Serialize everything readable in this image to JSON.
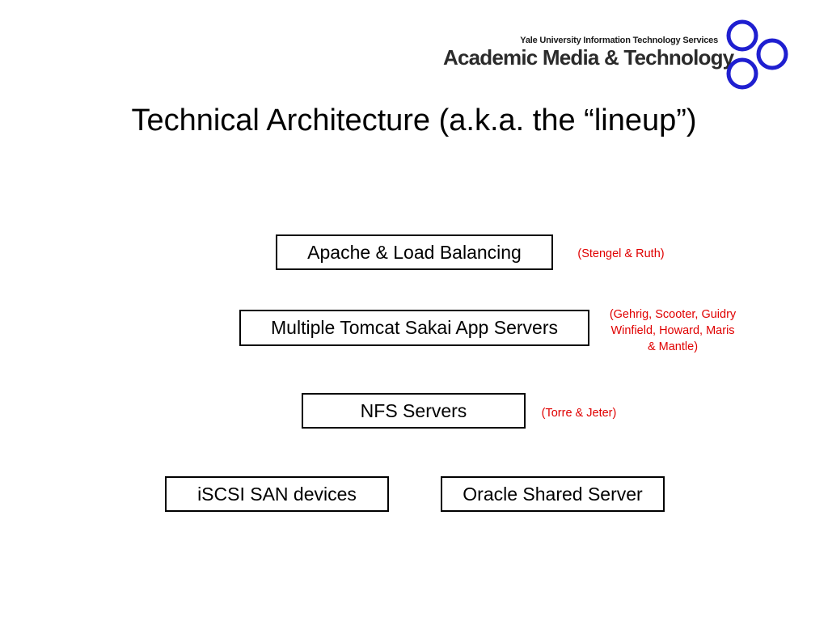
{
  "header": {
    "logo_subtitle": "Yale University  Information Technology Services",
    "logo_title": "Academic Media & Technology",
    "logo_icon": "three-rings-logo",
    "logo_color": "#1f1fd0"
  },
  "slide": {
    "title": "Technical Architecture (a.k.a. the “lineup”)"
  },
  "diagram": {
    "nodes": {
      "apache": "Apache & Load Balancing",
      "tomcat": "Multiple Tomcat Sakai App Servers",
      "nfs": "NFS Servers",
      "iscsi": "iSCSI SAN devices",
      "oracle": "Oracle Shared Server"
    },
    "notes": {
      "apache": "(Stengel & Ruth)",
      "tomcat_line1": "(Gehrig, Scooter, Guidry",
      "tomcat_line2": "Winfield, Howard, Maris",
      "tomcat_line3": "& Mantle)",
      "nfs": "(Torre & Jeter)"
    },
    "note_color": "#e00000"
  }
}
